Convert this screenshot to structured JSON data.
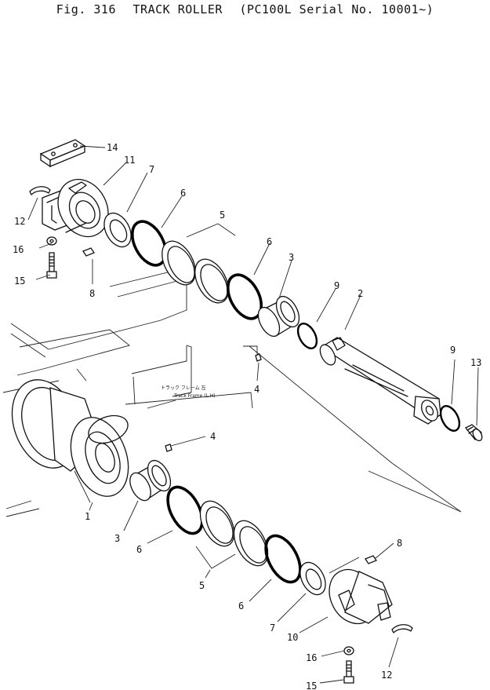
{
  "figure": {
    "fig_label": "Fig. 316",
    "title": "TRACK ROLLER",
    "subtitle": "(PC100L Serial No. 10001~)"
  },
  "note": {
    "line1": "トラック フレーム 左",
    "line2": "Track Frame (L.H)"
  },
  "callouts": [
    {
      "id": "c14a",
      "text": "14"
    },
    {
      "id": "c11a",
      "text": "11"
    },
    {
      "id": "c7a",
      "text": "7"
    },
    {
      "id": "c6a",
      "text": "6"
    },
    {
      "id": "c12a",
      "text": "12"
    },
    {
      "id": "c5a",
      "text": "5"
    },
    {
      "id": "c16a",
      "text": "16"
    },
    {
      "id": "c6b",
      "text": "6"
    },
    {
      "id": "c3a",
      "text": "3"
    },
    {
      "id": "c15a",
      "text": "15"
    },
    {
      "id": "c8a",
      "text": "8"
    },
    {
      "id": "c9a",
      "text": "9"
    },
    {
      "id": "c2a",
      "text": "2"
    },
    {
      "id": "c9b",
      "text": "9"
    },
    {
      "id": "c13a",
      "text": "13"
    },
    {
      "id": "c4a",
      "text": "4"
    },
    {
      "id": "c4b",
      "text": "4"
    },
    {
      "id": "c1a",
      "text": "1"
    },
    {
      "id": "c3b",
      "text": "3"
    },
    {
      "id": "c6c",
      "text": "6"
    },
    {
      "id": "c8b",
      "text": "8"
    },
    {
      "id": "c5b",
      "text": "5"
    },
    {
      "id": "c6d",
      "text": "6"
    },
    {
      "id": "c7b",
      "text": "7"
    },
    {
      "id": "c10a",
      "text": "10"
    },
    {
      "id": "c16b",
      "text": "16"
    },
    {
      "id": "c12b",
      "text": "12"
    },
    {
      "id": "c15b",
      "text": "15"
    }
  ]
}
